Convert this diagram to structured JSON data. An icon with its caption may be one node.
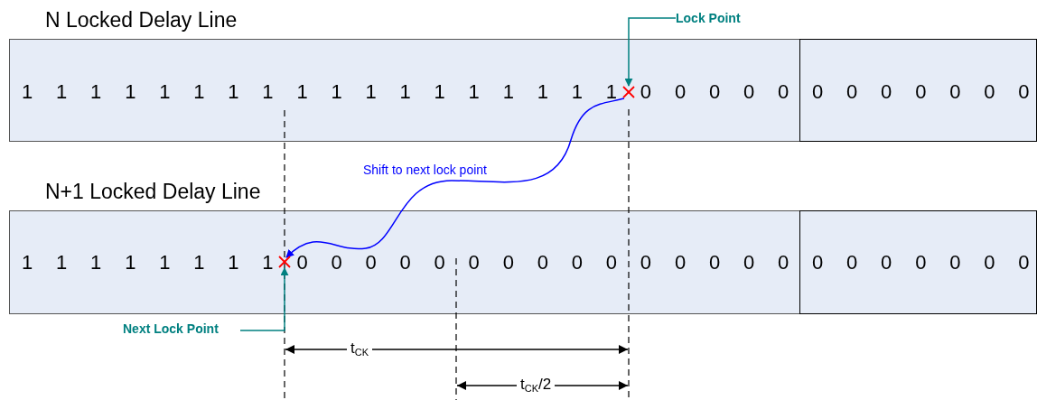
{
  "diagram": {
    "nodes": [
      {
        "text": [
          "N Locked Delay Line",
          "1 1 1 1 1 1 1 1 1 1 1 1 1 1 1 1 1 1 0 0 0 0 0"
        ]
      },
      {
        "text": [
          "0 0 0 0 0 0 0"
        ]
      },
      {
        "text": [
          "N+1 Locked Delay Line",
          "1 1 1 1 1 1 1 1 0 0 0 0 0 0 0 0 0 0 0 0 0 0 0"
        ]
      },
      {
        "text": [
          "0 0 0 0 0 0 0"
        ]
      },
      {
        "text": [
          "Lock Point"
        ]
      },
      {
        "text": [],
        "shape": "cross",
        "in": 0
      },
      {
        "text": [
          "Next Lock Point"
        ]
      },
      {
        "text": [],
        "shape": "cross",
        "in": 2
      }
    ],
    "edges": [
      {
        "from": 4,
        "to": 5,
        "arrow": "to",
        "color": "#008080"
      },
      {
        "from": 6,
        "to": 7,
        "arrow": "to",
        "color": "#008080"
      },
      {
        "from": 5,
        "to": 7,
        "arrow": "to",
        "label": "Shift to next lock point",
        "color": "#0000ff"
      }
    ],
    "labels": [
      "t$_{CK}$",
      "t$_{CK}$/2"
    ]
  }
}
